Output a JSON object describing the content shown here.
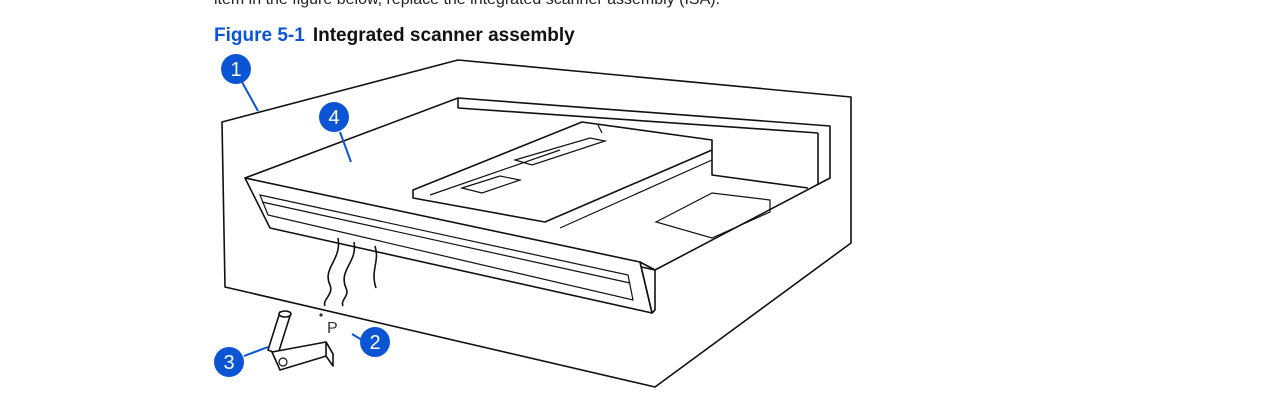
{
  "page": {
    "top_fragment": "item in the figure below, replace the integrated scanner assembly (ISA)."
  },
  "figure": {
    "number": "Figure 5-1",
    "title": "Integrated scanner assembly",
    "part_mark": "P"
  },
  "callouts": [
    {
      "label": "1"
    },
    {
      "label": "2"
    },
    {
      "label": "3"
    },
    {
      "label": "4"
    }
  ],
  "colors": {
    "accent": "#0b55d4",
    "line": "#111111"
  }
}
